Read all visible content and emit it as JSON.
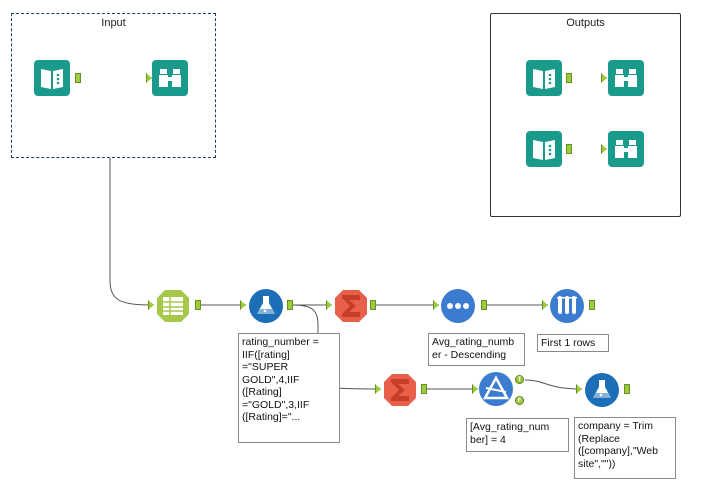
{
  "containers": {
    "input_title": "Input",
    "outputs_title": "Outputs"
  },
  "annotations": {
    "formula1": "rating_number =\nIIF([rating]\n=\"SUPER\nGOLD\",4,IIF\n([Rating]\n=\"GOLD\",3,IIF\n([Rating]=\"...",
    "sort": "Avg_rating_numb\ner - Descending",
    "sample": "First 1 rows",
    "filter": "[Avg_rating_num\nber] = 4",
    "formula2": "company = Trim\n(Replace\n([company],\"Web\nsite\",\"\"))"
  },
  "filter_anchors": {
    "true": "T",
    "false": "F"
  },
  "colors": {
    "input_tool": "#1a9a8a",
    "browse_tool": "#1a9a8a",
    "formula_tool": "#1c6fb7",
    "summarize_tool": "#e8604c",
    "sort_tool": "#3b7bd0",
    "sample_tool": "#3b7bd0",
    "filter_tool": "#3b7bd0",
    "text_input_tool": "#a5c84a",
    "anchor": "#9ccc3a",
    "wire": "#555555"
  },
  "icons": {
    "input": "book-icon",
    "browse": "binoculars-icon",
    "formula": "flask-icon",
    "summarize": "sigma-icon",
    "sort": "dots-icon",
    "sample": "test-tubes-icon",
    "filter": "triangle-filter-icon",
    "text_input": "table-icon"
  }
}
